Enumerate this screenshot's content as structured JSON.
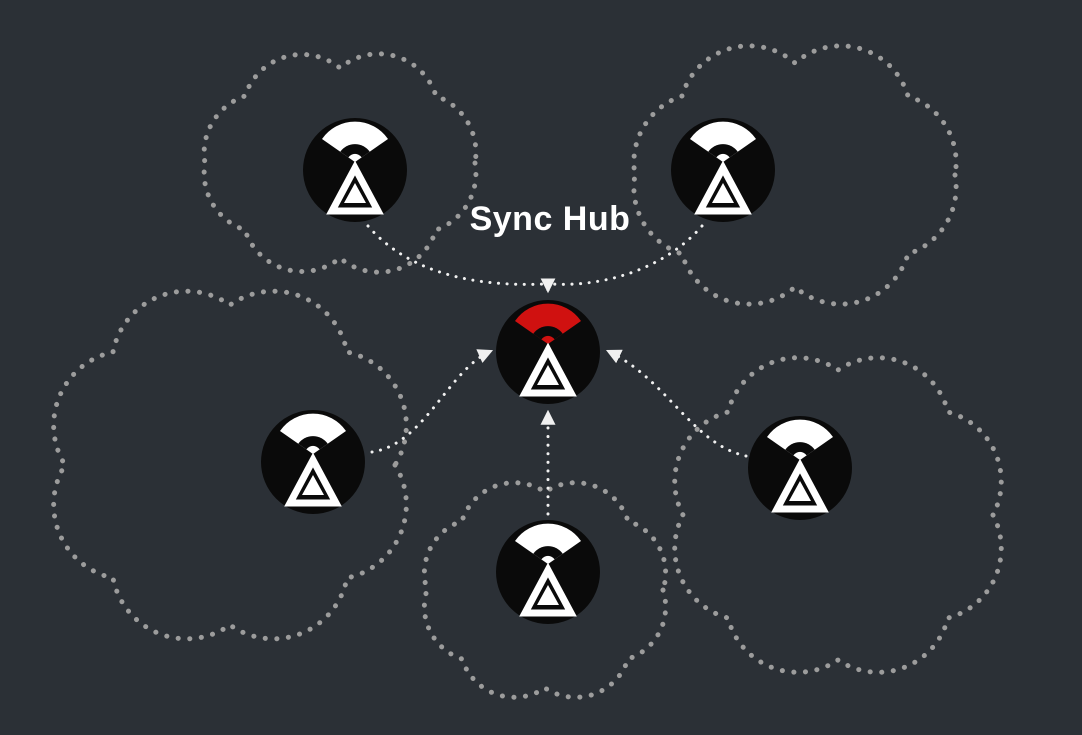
{
  "title": "Sync Hub",
  "colors": {
    "background": "#2b3036",
    "cloud_outline": "#9c9c9c",
    "arrow": "#f0f0f0",
    "node_fill": "#0a0a0a",
    "node_glyph": "#ffffff",
    "hub_accent": "#d01110"
  },
  "diagram": {
    "type": "hub-and-spoke",
    "hub": {
      "id": "sync-hub",
      "label": "Sync Hub",
      "icon": "wifi-triangle-icon",
      "accent": "#d01110"
    },
    "peers": [
      {
        "id": "peer-top-left",
        "icon": "wifi-triangle-icon",
        "enclosure": "dotted-cloud"
      },
      {
        "id": "peer-top-right",
        "icon": "wifi-triangle-icon",
        "enclosure": "dotted-cloud"
      },
      {
        "id": "peer-mid-left",
        "icon": "wifi-triangle-icon",
        "enclosure": "dotted-cloud"
      },
      {
        "id": "peer-mid-right",
        "icon": "wifi-triangle-icon",
        "enclosure": "dotted-cloud"
      },
      {
        "id": "peer-bottom",
        "icon": "wifi-triangle-icon",
        "enclosure": "dotted-cloud"
      }
    ],
    "edges": [
      {
        "from": "peer-top-left",
        "to": "sync-hub",
        "style": "dotted-arrow"
      },
      {
        "from": "peer-top-right",
        "to": "sync-hub",
        "style": "dotted-arrow"
      },
      {
        "from": "peer-mid-left",
        "to": "sync-hub",
        "style": "dotted-arrow"
      },
      {
        "from": "peer-mid-right",
        "to": "sync-hub",
        "style": "dotted-arrow"
      },
      {
        "from": "peer-bottom",
        "to": "sync-hub",
        "style": "dotted-arrow"
      }
    ]
  }
}
